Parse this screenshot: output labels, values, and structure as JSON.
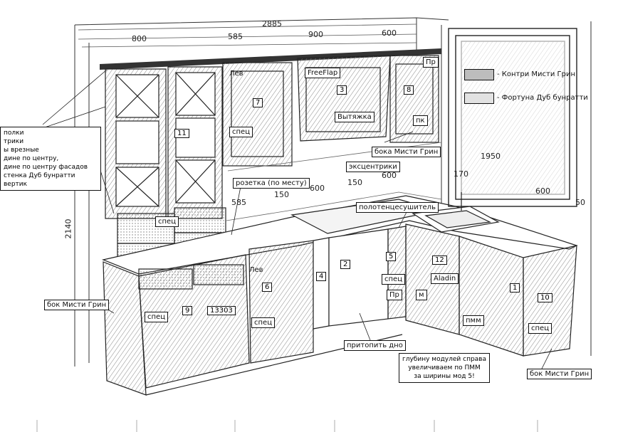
{
  "dimensions": {
    "top_total": "2885",
    "top_800": "800",
    "top_585": "585",
    "top_900": "900",
    "top_600": "600",
    "height_2140": "2140",
    "wall_585": "585",
    "wall_150a": "150",
    "wall_600a": "600",
    "wall_150b": "150",
    "wall_600b": "600",
    "window_1950": "1950",
    "window_600": "600",
    "window_170": "170",
    "window_50": "50"
  },
  "legend": {
    "item1": "- Контри Мисти Грин",
    "item2": "- Фортуна Дуб бунратти",
    "swatch1_color": "#bdbdbd",
    "swatch2_color": "#e2e2e2"
  },
  "left_note": {
    "line1": "полки",
    "line2": "трики",
    "line3": "ы врезные",
    "line4": "дине по центру,",
    "line5": "дине по центру фасадов",
    "line6": "стенка Дуб бунратти вертик"
  },
  "labels": {
    "lev_top": "Лев",
    "spec_7": "спец",
    "freeflap": "FreeFlap",
    "vytyazhka": "Вытяжка",
    "pr_top": "Пр",
    "pk": "пк",
    "boka_misti_top": "бока Мисти Грин",
    "ekscentriki": "эксцентрики",
    "rozetka": "розетка (по месту)",
    "polotence": "полотенцесушитель",
    "spec_11": "спец",
    "bok_misti_left": "бок Мисти Грин",
    "spec_9": "спец",
    "lev_bottom": "Лев",
    "spec_6": "спец",
    "spec_5": "спец",
    "pr_5": "Пр",
    "m_12": "м",
    "aladin": "Aladin",
    "pmm": "пмм",
    "spec_10": "спец",
    "bok_misti_right": "бок Мисти Грин",
    "pritopit": "притопить дно",
    "depth_note_1": "глубину модулей справа",
    "depth_note_2": "увеличиваем по ПММ",
    "depth_note_3": "за ширины мод 5!"
  },
  "numbers": {
    "n1": "1",
    "n2": "2",
    "n3": "3",
    "n4": "4",
    "n5": "5",
    "n6": "6",
    "n7": "7",
    "n8": "8",
    "n9": "9",
    "n10": "10",
    "n11": "11",
    "n12": "12",
    "n13303": "13303"
  }
}
